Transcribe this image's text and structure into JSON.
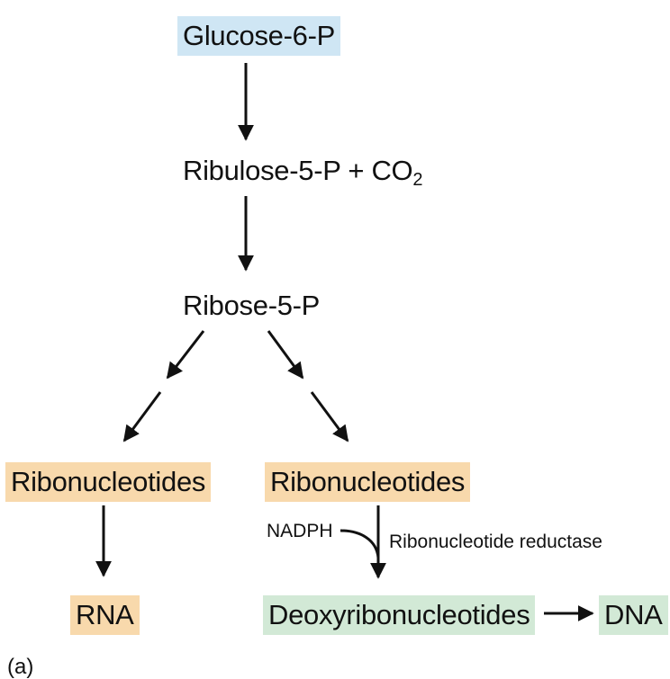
{
  "diagram": {
    "nodes": {
      "glucose": "Glucose-6-P",
      "ribulose": "Ribulose-5-P + CO",
      "ribulose_sub": "2",
      "ribose": "Ribose-5-P",
      "ribo_left": "Ribonucleotides",
      "ribo_right": "Ribonucleotides",
      "rna": "RNA",
      "deoxy": "Deoxyribonucleotides",
      "dna": "DNA"
    },
    "labels": {
      "nadph": "NADPH",
      "enzyme": "Ribonucleotide reductase",
      "panel": "(a)"
    },
    "colors": {
      "glucose_box": "#cfe6f4",
      "ribonucleotide_box": "#f8d9ac",
      "rna_box": "#f8d9ac",
      "deoxy_box": "#d2e9d6",
      "dna_box": "#d2e9d6",
      "arrow": "#111111"
    }
  }
}
